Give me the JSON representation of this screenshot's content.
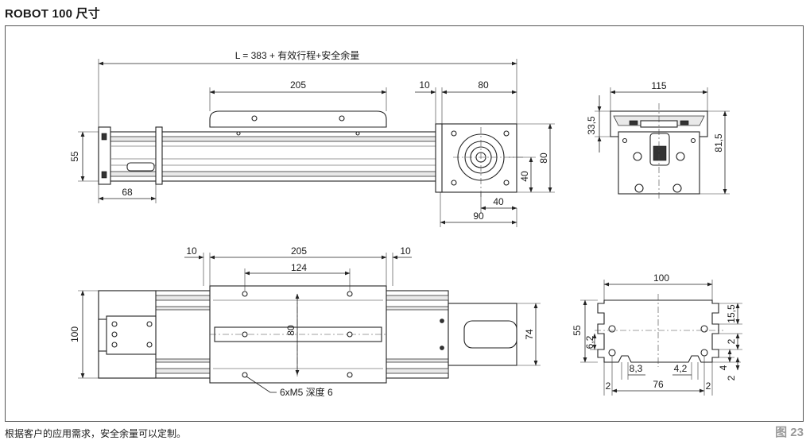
{
  "title": "ROBOT 100 尺寸",
  "footnote": "根据客户的应用需求，安全余量可以定制。",
  "figure_label": "图 23",
  "dims": {
    "total_length": "L = 383 + 有效行程+安全余量",
    "carriage_top": "205",
    "gap_top": "10",
    "motor_len": "80",
    "height_left": "55",
    "left_offset": "68",
    "flange_h": "80",
    "flange_half_v": "40",
    "flange_half_h": "40",
    "flange_w": "90",
    "end_width": "115",
    "end_top_h": "33,5",
    "end_h": "81,5",
    "bottom_gap_left": "10",
    "bottom_carriage": "205",
    "bottom_gap_right": "10",
    "hole_span": "124",
    "hole_span_v": "80",
    "body_h": "100",
    "motor_h": "74",
    "holes_note": "6xM5 深度 6",
    "profile_w": "100",
    "profile_h": "55",
    "slot_h": "6,2",
    "slot_w_left": "8,3",
    "slot_w_right": "4,2",
    "slot_depth": "15,5",
    "slot_small": "2",
    "slot_small_b": "4",
    "slot_small_c": "2",
    "base_span": "76",
    "base_left": "2",
    "base_right": "2"
  }
}
